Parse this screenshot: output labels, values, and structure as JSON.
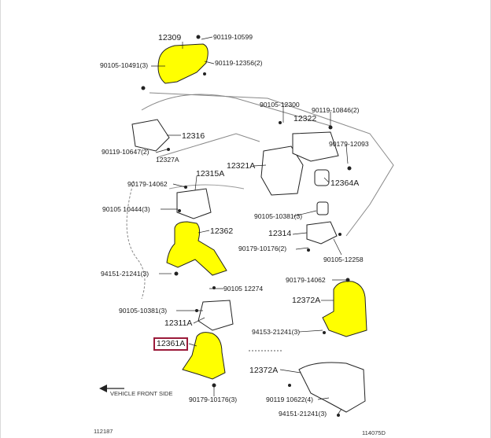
{
  "colors": {
    "highlight": "#ffff00",
    "selected_border": "#9b1b3a",
    "line": "#222222"
  },
  "labels": {
    "p12309": "12309",
    "p90119_10599": "90119-10599",
    "p90105_10491": "90105-10491(3)",
    "p90119_12356": "90119-12356(2)",
    "p90105_12300": "90105-12300",
    "p90119_10846": "90119-10846(2)",
    "p12322": "12322",
    "p12316": "12316",
    "p90179_12093": "90179-12093",
    "p90119_10647": "90119-10647(2)",
    "p12327A": "12327A",
    "p12321A": "12321A",
    "p12315A": "12315A",
    "p90179_14062a": "90179-14062",
    "p12364A": "12364A",
    "p90105_10444": "90105 10444(3)",
    "p90105_10381a": "90105-10381(3)",
    "p12362": "12362",
    "p12314": "12314",
    "p90179_10176a": "90179-10176(2)",
    "p90105_12258": "90105-12258",
    "p94151_21241a": "94151-21241(3)",
    "p90179_14062b": "90179-14062",
    "p90105_12274": "90105 12274",
    "p12372Aa": "12372A",
    "p90105_10381b": "90105-10381(3)",
    "p12311A": "12311A",
    "p94153_21241": "94153-21241(3)",
    "p12361A": "12361A",
    "p12372Ab": "12372A",
    "p90119_10622": "90119 10622(4)",
    "p90179_10176b": "90179-10176(3)",
    "p94151_21241b": "94151-21241(3)",
    "front_note": "VEHICLE FRONT SIDE",
    "footer_left": "112187",
    "footer_right": "114075D"
  }
}
